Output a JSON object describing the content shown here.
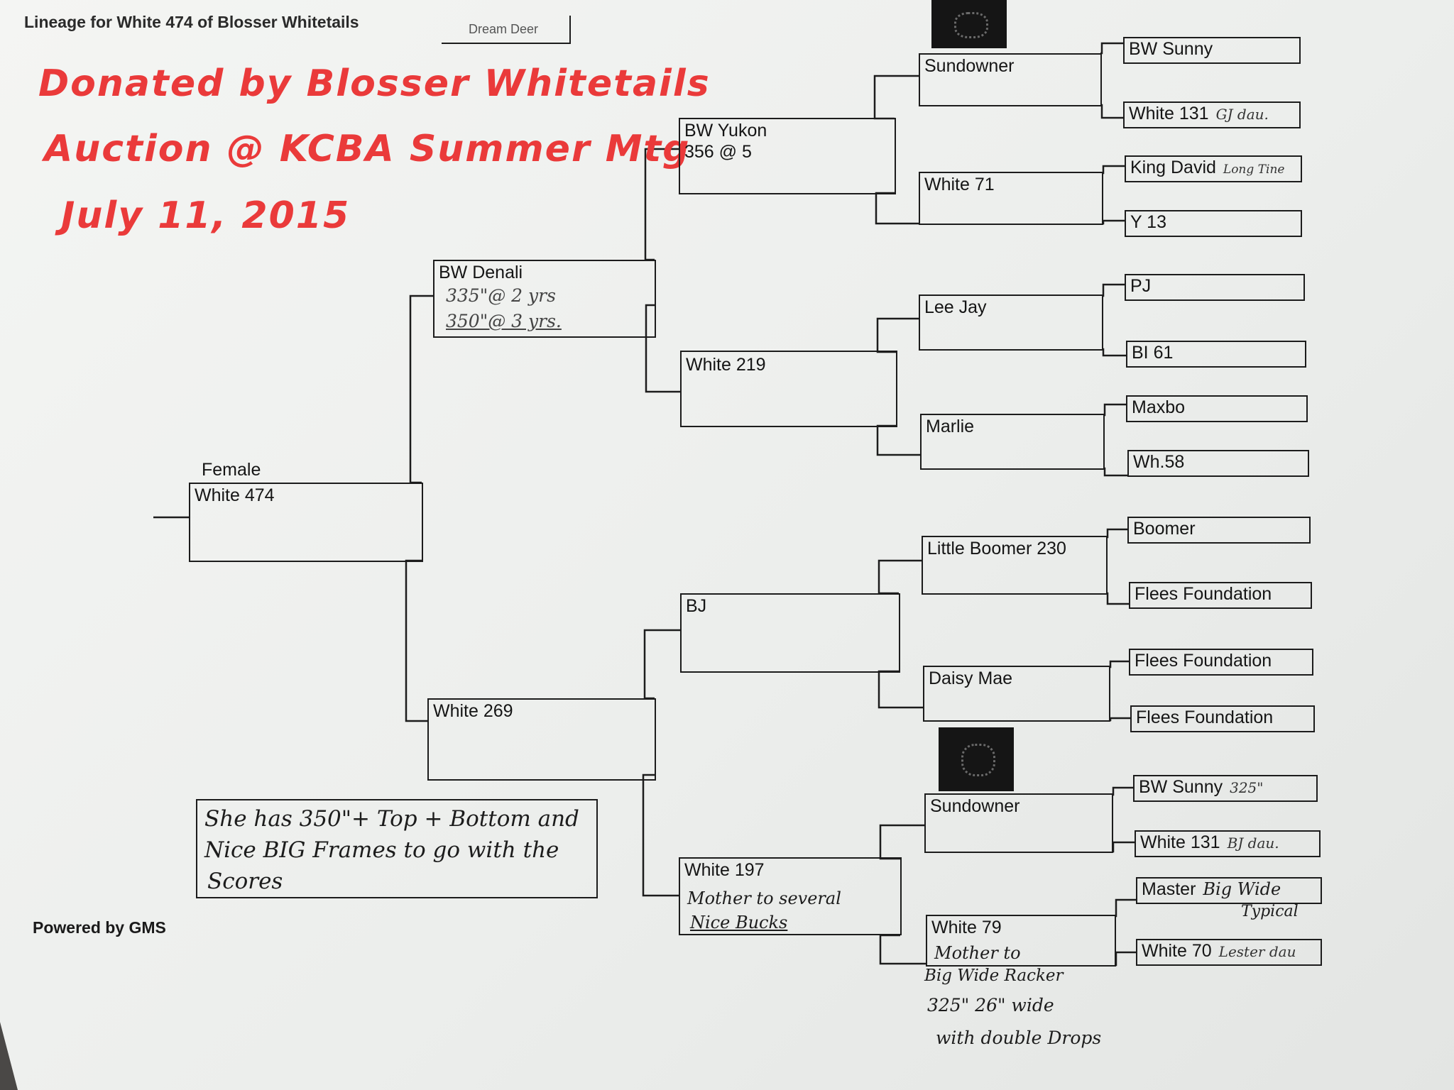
{
  "header": {
    "title": "Lineage for White 474 of Blosser Whitetails",
    "tab_label": "Dream Deer"
  },
  "handwritten_note_red": {
    "line1": "Donated by Blosser Whitetails",
    "line2": "Auction @ KCBA Summer Mtg",
    "line3": "July 11, 2015"
  },
  "footer": {
    "powered_by": "Powered by GMS"
  },
  "description_box": {
    "line1": "She has 350\"+ Top + Bottom and",
    "line2": "Nice BIG Frames to go with the",
    "line3": "Scores"
  },
  "pedigree": {
    "subject": {
      "sex": "Female",
      "name": "White 474"
    },
    "sire": {
      "name": "BW Denali",
      "note1": "335\"@ 2 yrs",
      "note2": "350\"@ 3 yrs."
    },
    "dam": {
      "name": "White 269"
    },
    "sire_sire": {
      "name": "BW Yukon",
      "line2": "356 @ 5"
    },
    "sire_dam": {
      "name": "White 219"
    },
    "dam_sire": {
      "name": "BJ"
    },
    "dam_dam": {
      "name": "White 197",
      "note1": "Mother to several",
      "note2": "Nice Bucks"
    },
    "gen3": [
      {
        "name": "Sundowner"
      },
      {
        "name": "White 71"
      },
      {
        "name": "Lee Jay"
      },
      {
        "name": "Marlie"
      },
      {
        "name": "Little Boomer 230"
      },
      {
        "name": "Daisy Mae"
      },
      {
        "name": "Sundowner"
      },
      {
        "name": "White 79",
        "note1": "Mother to",
        "note_below1": "Big Wide Racker",
        "note_below2": "325\" 26\" wide",
        "note_below3": "with double Drops"
      }
    ],
    "gen4": [
      {
        "name": "BW Sunny",
        "note": ""
      },
      {
        "name": "White 131",
        "note": "GJ dau."
      },
      {
        "name": "King David",
        "note": "Long Tine"
      },
      {
        "name": "Y 13",
        "note": ""
      },
      {
        "name": "PJ",
        "note": ""
      },
      {
        "name": "BI 61",
        "note": ""
      },
      {
        "name": "Maxbo",
        "note": ""
      },
      {
        "name": "Wh.58",
        "note": ""
      },
      {
        "name": "Boomer",
        "note": ""
      },
      {
        "name": "Flees Foundation",
        "note": ""
      },
      {
        "name": "Flees Foundation",
        "note": ""
      },
      {
        "name": "Flees Foundation",
        "note": ""
      },
      {
        "name": "BW Sunny",
        "note": "325\""
      },
      {
        "name": "White 131",
        "note": "BJ dau."
      },
      {
        "name": "Master",
        "note": "Big Wide",
        "note2": "Typical"
      },
      {
        "name": "White 70",
        "note": "Lester dau"
      }
    ]
  }
}
